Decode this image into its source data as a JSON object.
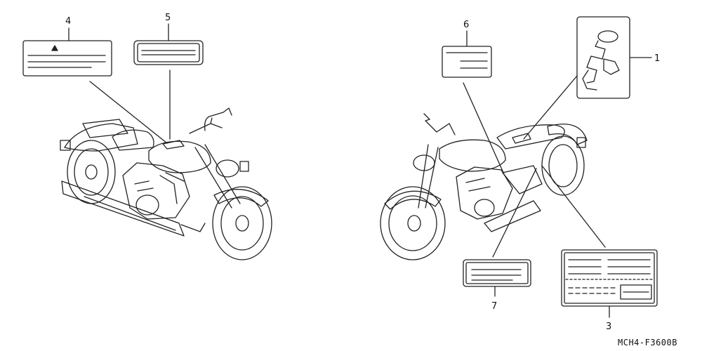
{
  "callouts": {
    "c1": "1",
    "c3": "3",
    "c4": "4",
    "c5": "5",
    "c6": "6",
    "c7": "7"
  },
  "diagram_code": "MCH4-F3600B",
  "icons": {
    "warning": "warning-triangle-icon"
  }
}
